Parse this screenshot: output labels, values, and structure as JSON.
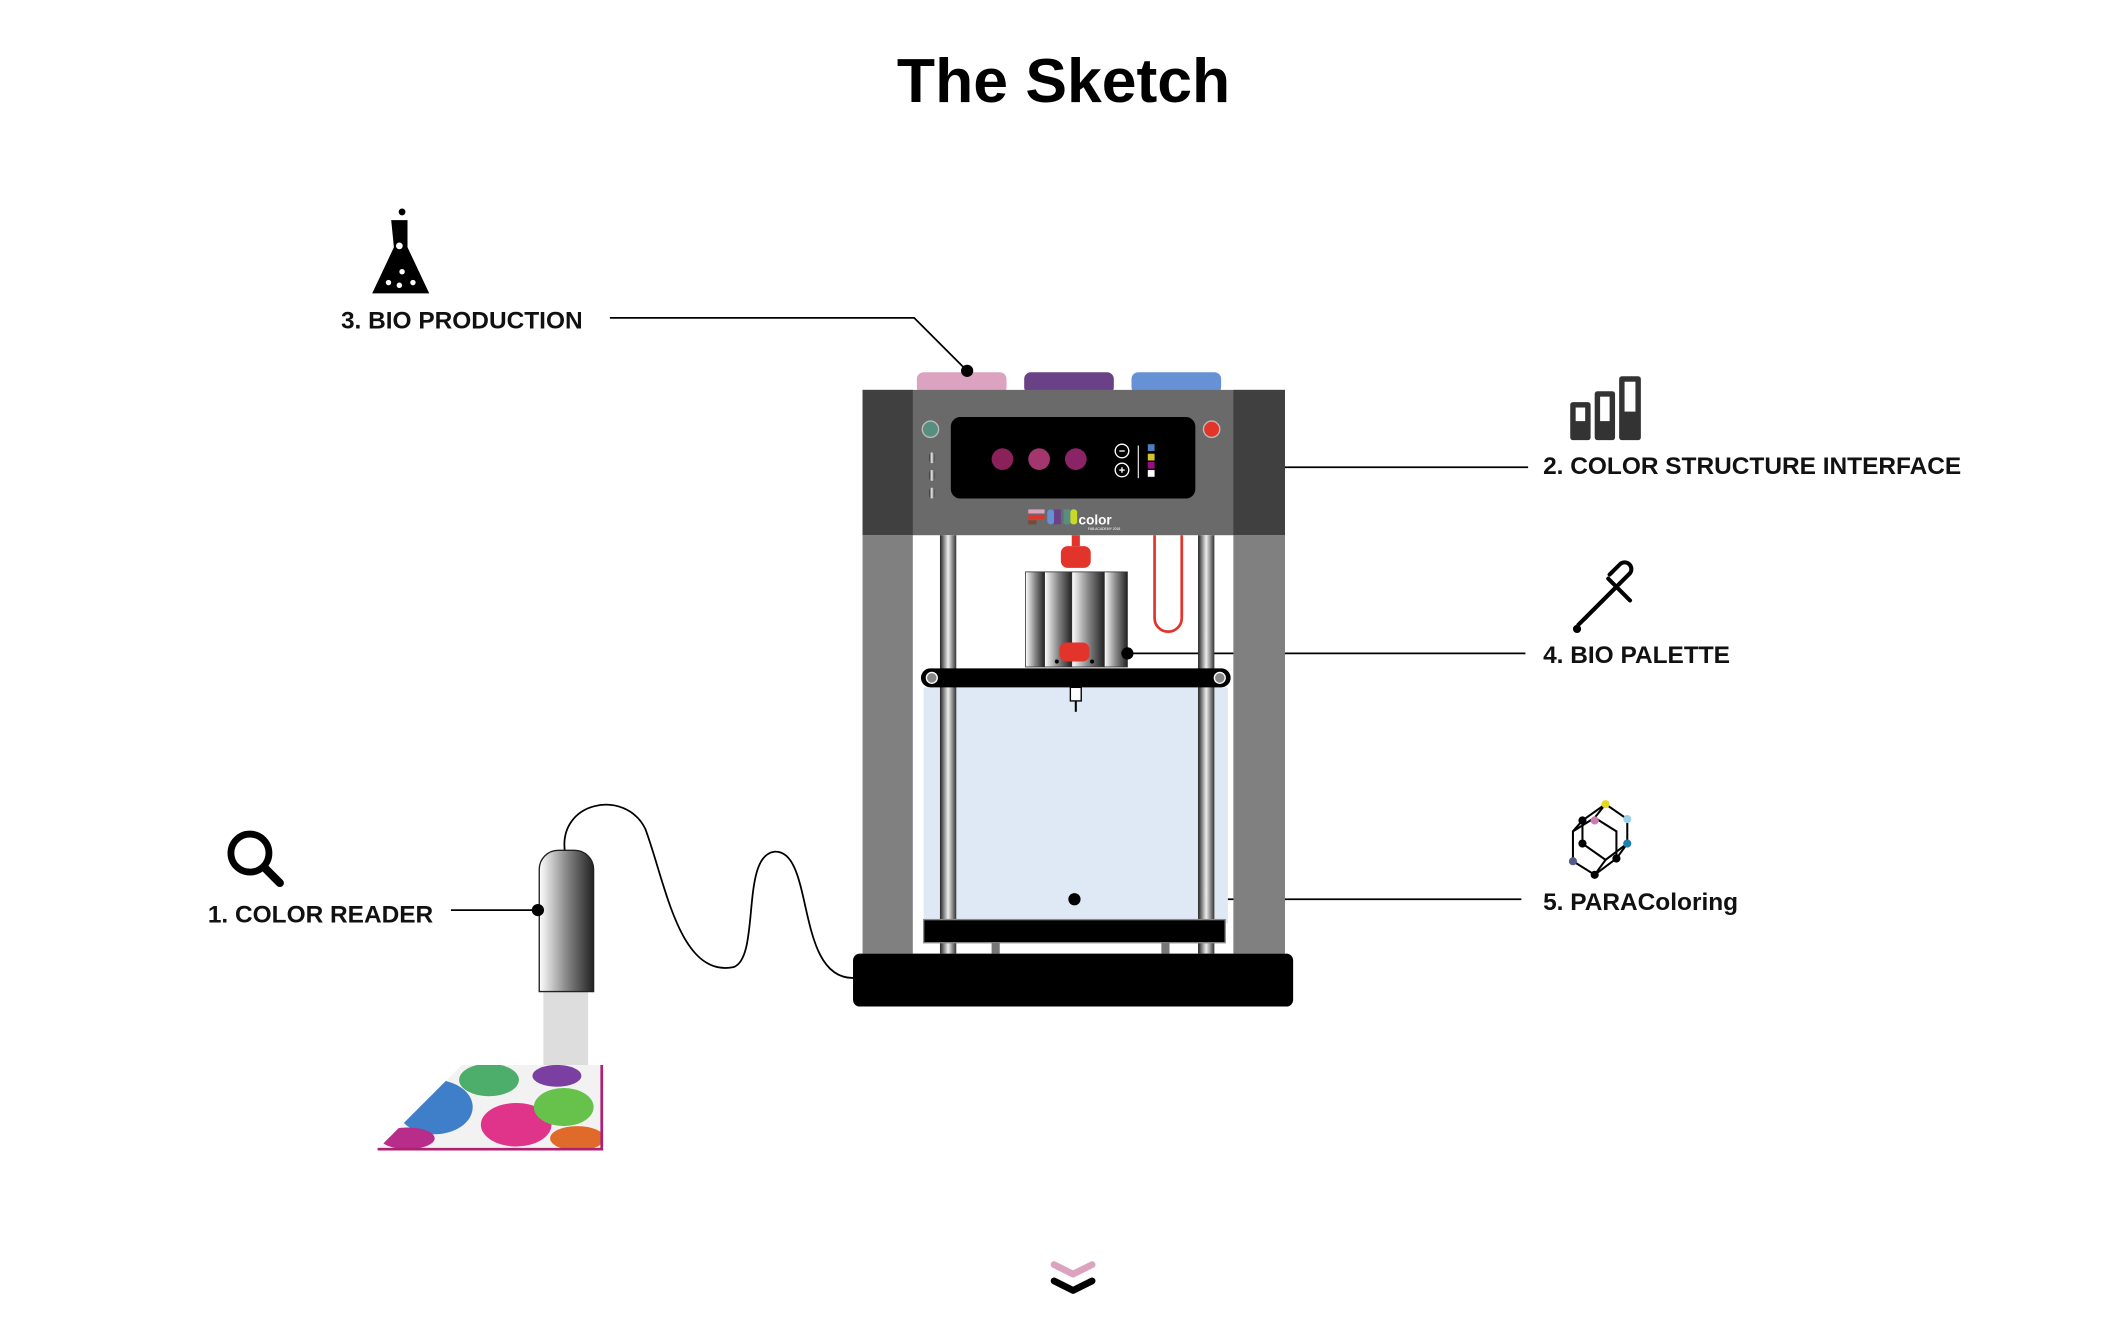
{
  "title": "The Sketch",
  "labels": {
    "bio_production": "3. BIO PRODUCTION",
    "color_structure_interface": "2. COLOR STRUCTURE INTERFACE",
    "bio_palette": "4. BIO PALETTE",
    "paracoloring": "5. PARAColoring",
    "color_reader": "1. COLOR READER"
  },
  "logo": {
    "brand": "color",
    "subtitle": "FAB ACADEMY 2018"
  },
  "colors": {
    "tab_pink": "#dba3bf",
    "tab_purple": "#6a4186",
    "tab_blue": "#6791d5",
    "accent_red": "#e3342b",
    "chamber": "#dfe8f5"
  },
  "icons": [
    "flask-icon",
    "bar-chart-icon",
    "dropper-icon",
    "molecule-icon",
    "magnifier-icon",
    "chevron-down-icon"
  ]
}
